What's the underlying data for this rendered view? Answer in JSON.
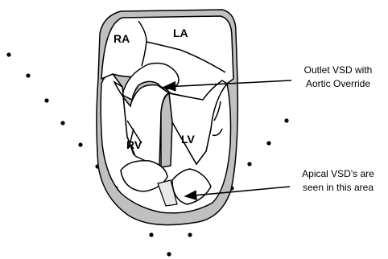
{
  "chambers": {
    "ra": "RA",
    "la": "LA",
    "rv": "RV",
    "lv": "LV"
  },
  "annotations": {
    "outlet": {
      "line1": "Outlet VSD with",
      "line2": "Aortic Override"
    },
    "apical": {
      "line1": "Apical VSD's are",
      "line2": "seen in this area"
    }
  },
  "colors": {
    "myocardium": "#c0c0c0",
    "outline": "#000000",
    "cavity": "#ffffff"
  }
}
